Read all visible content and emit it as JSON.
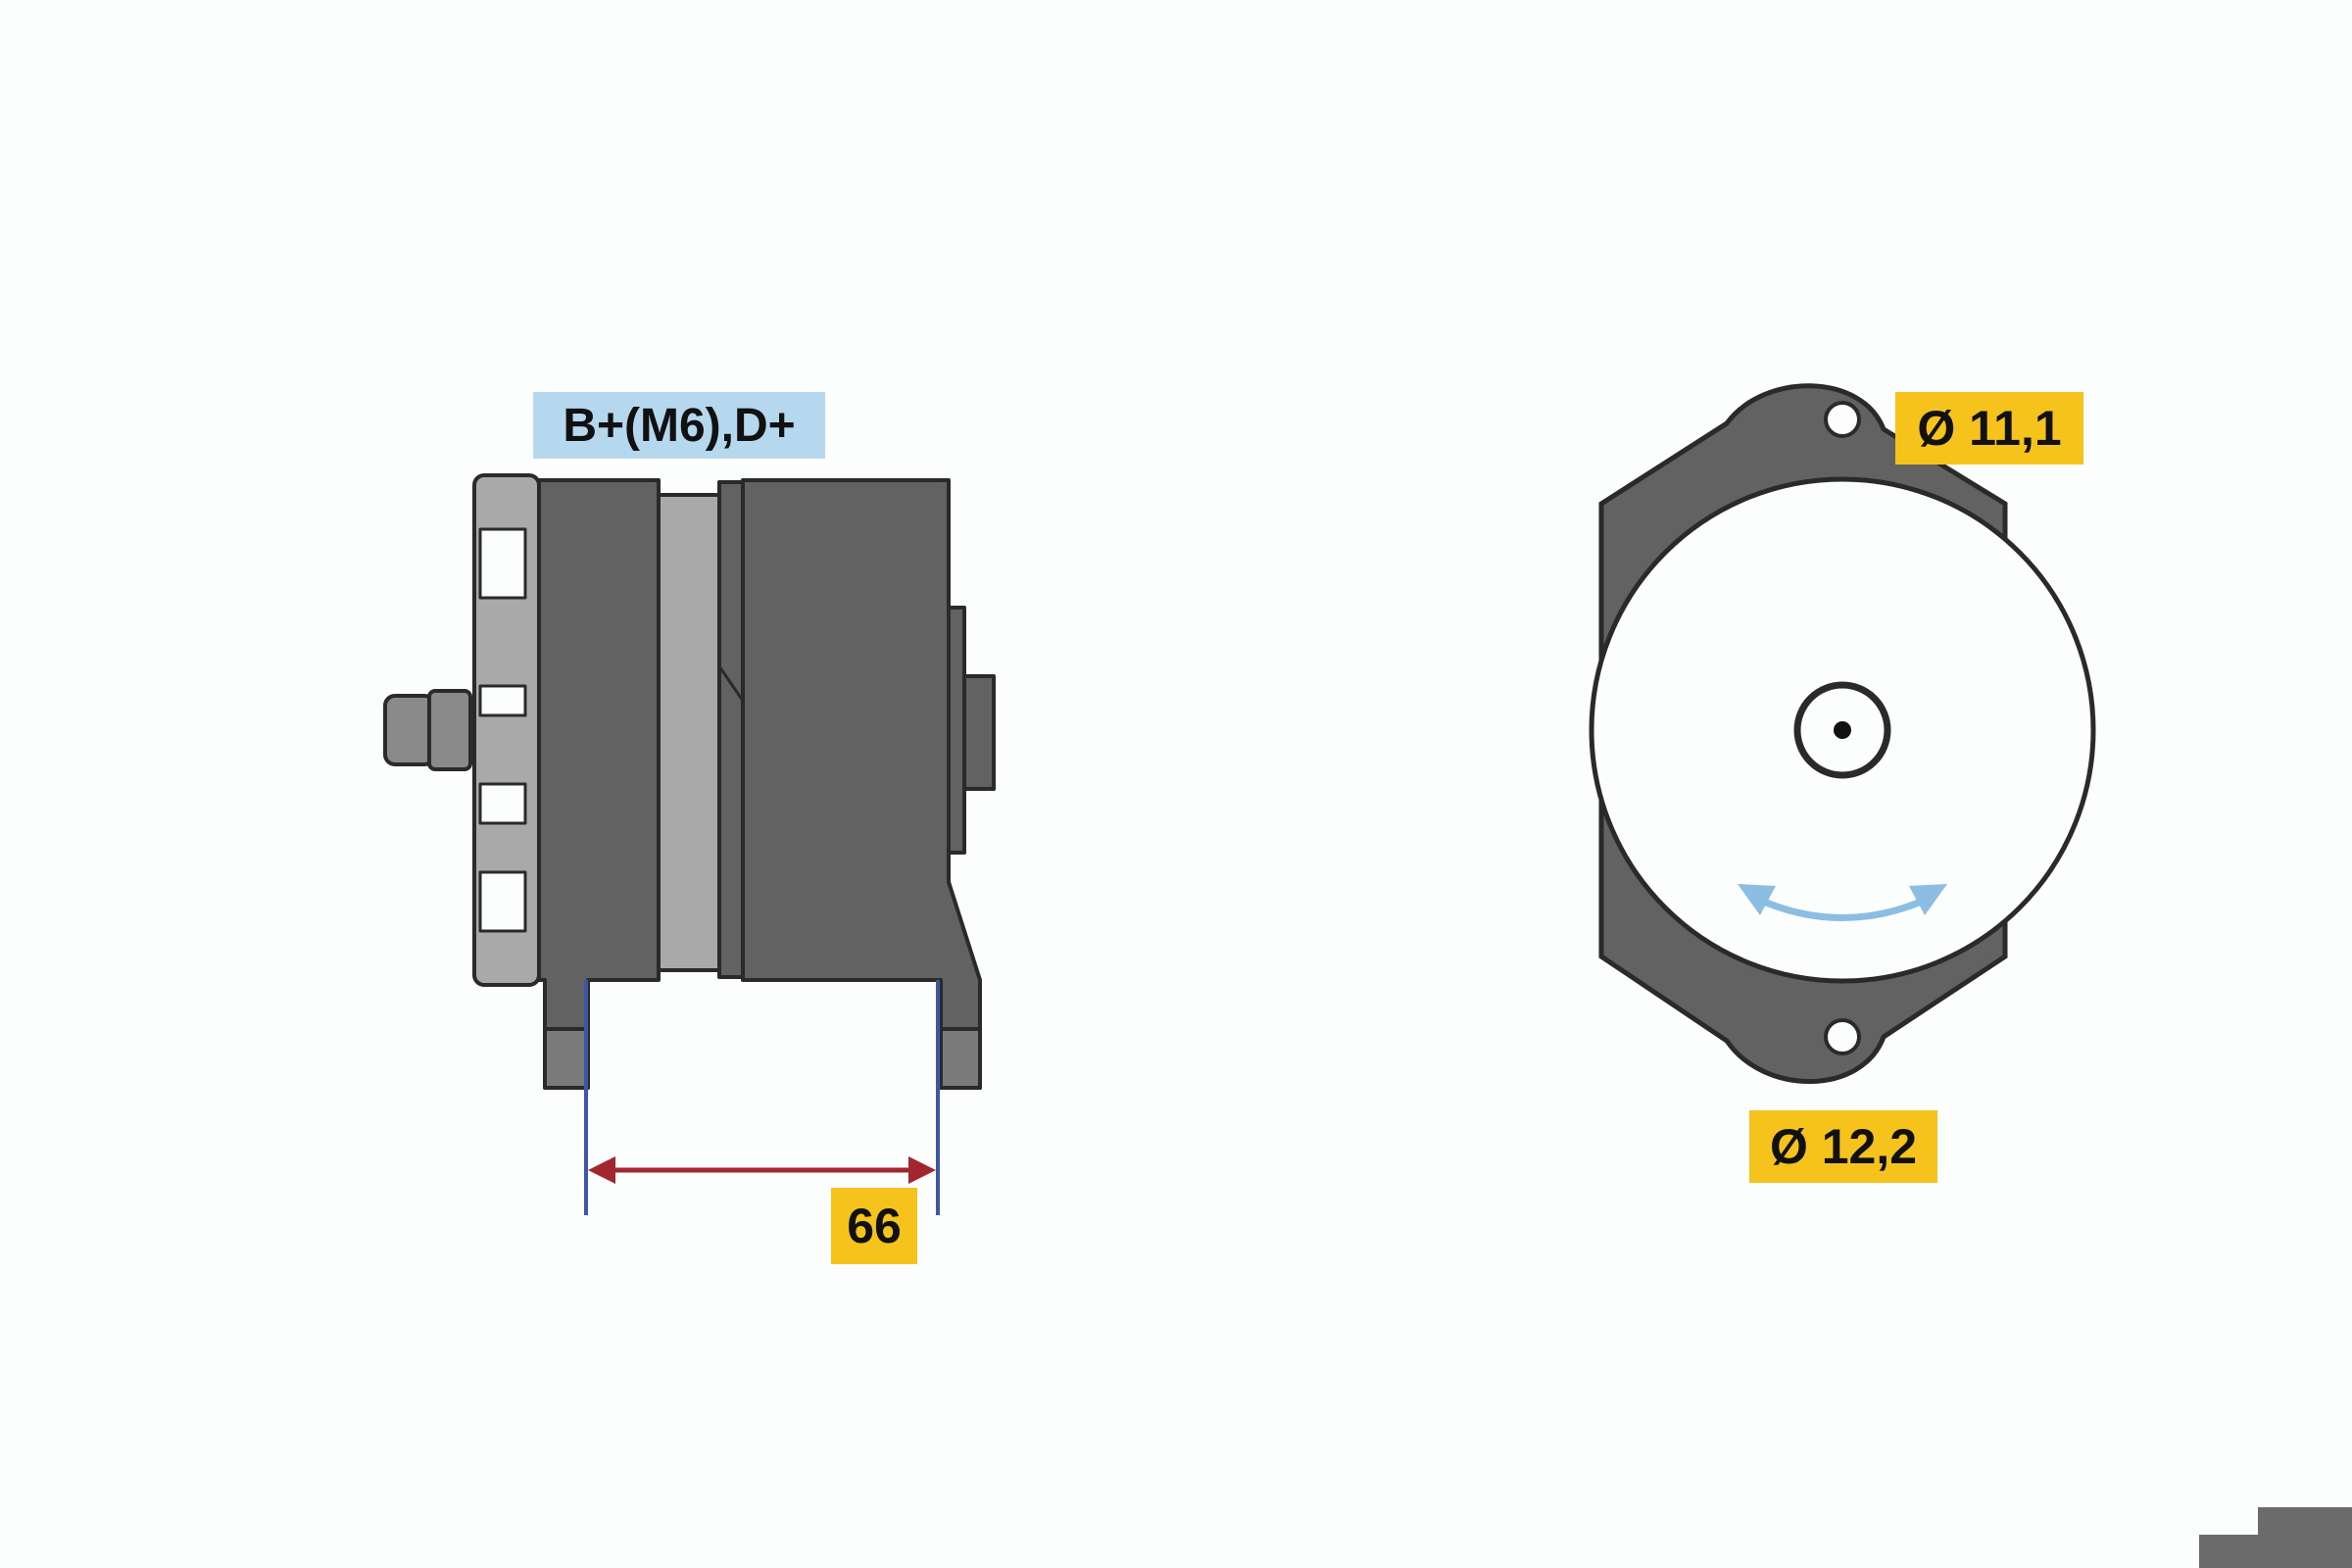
{
  "labels": {
    "terminals": "B+(M6),D+",
    "upper_hole": "Ø 11,1",
    "lower_hole": "Ø 12,2",
    "mount_distance": "66"
  },
  "colors": {
    "body_dark": "#626262",
    "body_mid": "#8a8a8a",
    "body_light": "#a9a9a9",
    "outline": "#2a2a2a",
    "dimension_line": "#a3262e",
    "extension_line": "#3b57a6",
    "rotation_arrow": "#8cbde3",
    "dimension_badge": "#f6c21c",
    "terminal_badge": "#b6d8ee"
  },
  "icons": {
    "rotation": "double-headed-curved-arrow"
  }
}
